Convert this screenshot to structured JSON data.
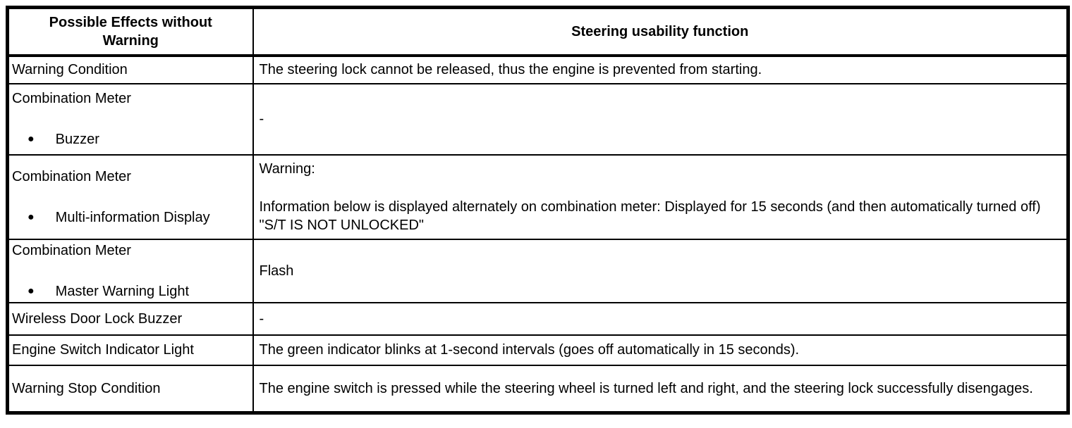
{
  "icons": {
    "bullet": "●"
  },
  "colors": {
    "border": "#000000",
    "text": "#000000",
    "background": "#ffffff"
  },
  "table": {
    "header": {
      "left": "Possible Effects without Warning",
      "right": "Steering usability function"
    },
    "rows": [
      {
        "left": {
          "title": "Warning Condition"
        },
        "right": {
          "p1": "The steering lock cannot be released, thus the engine is prevented from starting."
        }
      },
      {
        "left": {
          "title": "Combination Meter",
          "bullet": "Buzzer"
        },
        "right": {
          "p1": "-"
        }
      },
      {
        "left": {
          "title": "Combination Meter",
          "bullet": "Multi-information Display"
        },
        "right": {
          "p1": "Warning:",
          "p2": "Information below is displayed alternately on combination meter: Displayed for 15 seconds (and then automatically turned off) \"S/T IS NOT UNLOCKED\""
        }
      },
      {
        "left": {
          "title": "Combination Meter",
          "bullet": "Master Warning Light"
        },
        "right": {
          "p1": "Flash"
        }
      },
      {
        "left": {
          "title": "Wireless Door Lock Buzzer"
        },
        "right": {
          "p1": "-"
        }
      },
      {
        "left": {
          "title": "Engine Switch Indicator Light"
        },
        "right": {
          "p1": "The green indicator blinks at 1-second intervals (goes off automatically in 15 seconds)."
        }
      },
      {
        "left": {
          "title": "Warning Stop Condition"
        },
        "right": {
          "p1": "The engine switch is pressed while the steering wheel is turned left and right, and the steering lock successfully disengages."
        }
      }
    ]
  }
}
